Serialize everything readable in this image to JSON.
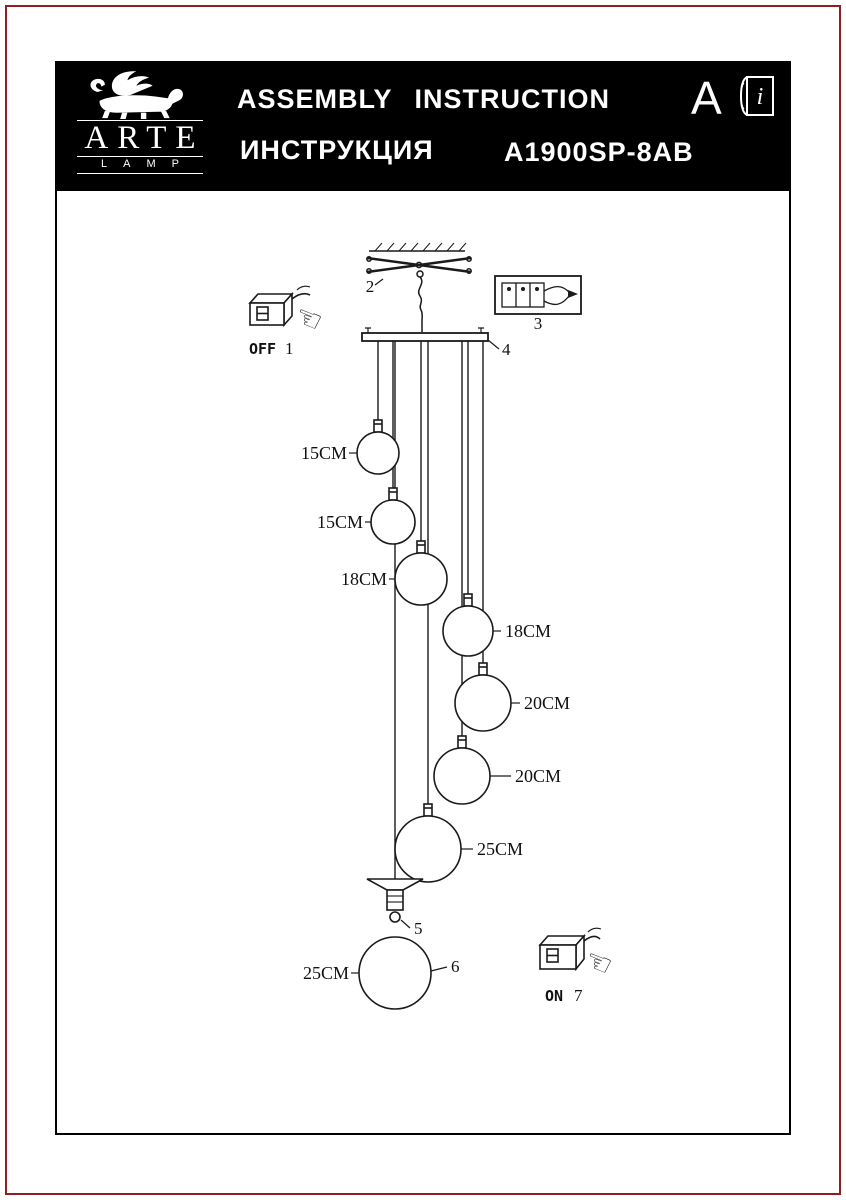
{
  "colors": {
    "frame_red": "#8d1f24",
    "header_bg": "#000000",
    "ink": "#1a1a1a"
  },
  "header": {
    "title_en": "ASSEMBLY  INSTRUCTION",
    "title_ru": "ИНСТРУКЦИЯ",
    "model": "A1900SP-8AB",
    "revision_letter": "A",
    "book_letter": "i"
  },
  "brand": {
    "name": "ARTE",
    "subname": "LAMP"
  },
  "diagram": {
    "off_label": "OFF",
    "on_label": "ON",
    "steps": [
      "1",
      "2",
      "3",
      "4",
      "5",
      "6",
      "7"
    ],
    "pendant_sizes": [
      "15CM",
      "15CM",
      "18CM",
      "18CM",
      "20CM",
      "20CM",
      "25CM",
      "25CM"
    ],
    "hand_glyph": "☜"
  }
}
